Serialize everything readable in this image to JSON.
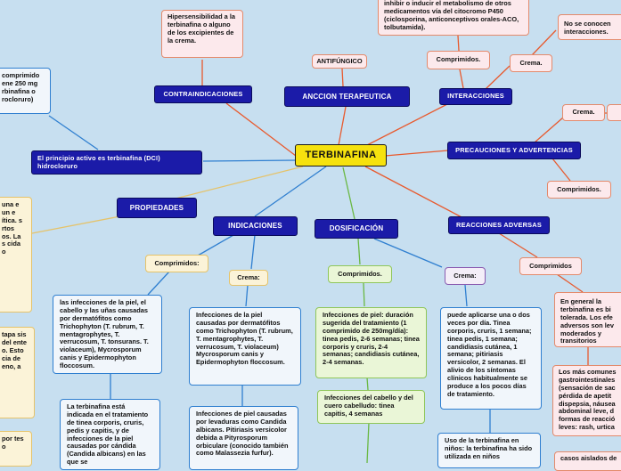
{
  "root": "TERBINAFINA",
  "branches": {
    "principio": "El principio activo es terbinafina (DCI) hidrocloruro",
    "contraindicaciones": "CONTRAINDICACIONES",
    "accion": "ANCCION TERAPEUTICA",
    "interacciones": "INTERACCIONES",
    "precauciones": "PRECAUCIONES Y ADVERTENCIAS",
    "propiedades": "PROPIEDADES",
    "indicaciones": "INDICACIONES",
    "dosificacion": "DOSIFICACIÓN",
    "reacciones": "REACCIONES ADVERSAS"
  },
  "contra": {
    "hipersensibilidad": "Hipersensibilidad a la terbinafina o alguno de los excipientes de la crema."
  },
  "accion": {
    "antifungico": "ANTIFÚNGICO"
  },
  "interacciones": {
    "inhibir": "inhibir o inducir el metabolismo de otros medicamentos vía del citocromo P450 (ciclosporina, anticonceptivos orales-ACO, tolbutamida).",
    "comprimidos": "Comprimidos.",
    "crema": "Crema.",
    "no_conocen": "No se conocen interacciones."
  },
  "precauciones": {
    "crema": "Crema.",
    "comprimidos": "Comprimidos."
  },
  "left": {
    "comprimido_box": "comprimido ene 250 mg rbinafina o rocloruro)",
    "prop_box1": "una e un e ítica. s rtos os. La s cida o",
    "prop_box2": "tapa sis del ente o. Esto cia de eno, a",
    "prop_box3": "por tes o"
  },
  "indicaciones": {
    "comprimidos": "Comprimidos:",
    "crema": "Crema:",
    "piel_comp": "las infecciones de la piel, el cabello y las uñas causadas por dermatófitos como Trichophyton (T. rubrum, T. mentagrophytes, T. verrucosum, T. tonsurans. T. violaceum), Mycrosporum canis y Epidermophyton floccosum.",
    "candida": "La terbinafina está indicada en el tratamiento de tinea corporis, cruris, pedis y capitis, y de infecciones de la piel causadas por cándida (Candida albicans) en las que se",
    "piel_crema": "Infecciones de la piel causadas por dermatófitos como Trichophyton (T. rubrum, T. mentagrophytes, T. verrucosum, T. violaceum) Mycrosporum canis y Epidermophyton floccosum.",
    "levaduras": "Infecciones de piel causadas por levaduras como Candida albicans. Pitiriasis versicolor debida a Pityrosporum orbiculare (conocido también como Malassezia furfur)."
  },
  "dosificacion": {
    "comprimidos": "Comprimidos.",
    "piel": "Infecciones de piel: duración sugerida del tratamiento (1 comprimido de 250mg/día): tinea pedis, 2-6 semanas; tinea corporis y cruris, 2-4 semanas; candidiasis cutánea, 2-4 semanas.",
    "cabello": "Infecciones del cabello y del cuero cabelludo: tinea capitis, 4 semanas",
    "crema": "Crema:",
    "aplicarse": "puede aplicarse una o dos veces por día. Tinea corporis, cruris, 1 semana; tinea pedis, 1 semana; candidiasis cutánea, 1 semana; pitiriasis versicolor, 2 semanas. El alivio de los síntomas clínicos habitualmente se produce a los pocos días de tratamiento.",
    "ninos": "Uso de la terbinafina en niños: la terbinafina ha sido utilizada en niños"
  },
  "reacciones": {
    "comprimidos": "Comprimidos",
    "tolerada": "En general la terbinafina es bi tolerada. Los efe adversos son lev moderados y transitorios",
    "comunes": "Los más comunes gastrointestinales (sensación de sac pérdida de apetit dispepsia, náusea abdominal leve, d formas de reacció leves: rash, urtica",
    "aislados": "casos aislados de"
  }
}
